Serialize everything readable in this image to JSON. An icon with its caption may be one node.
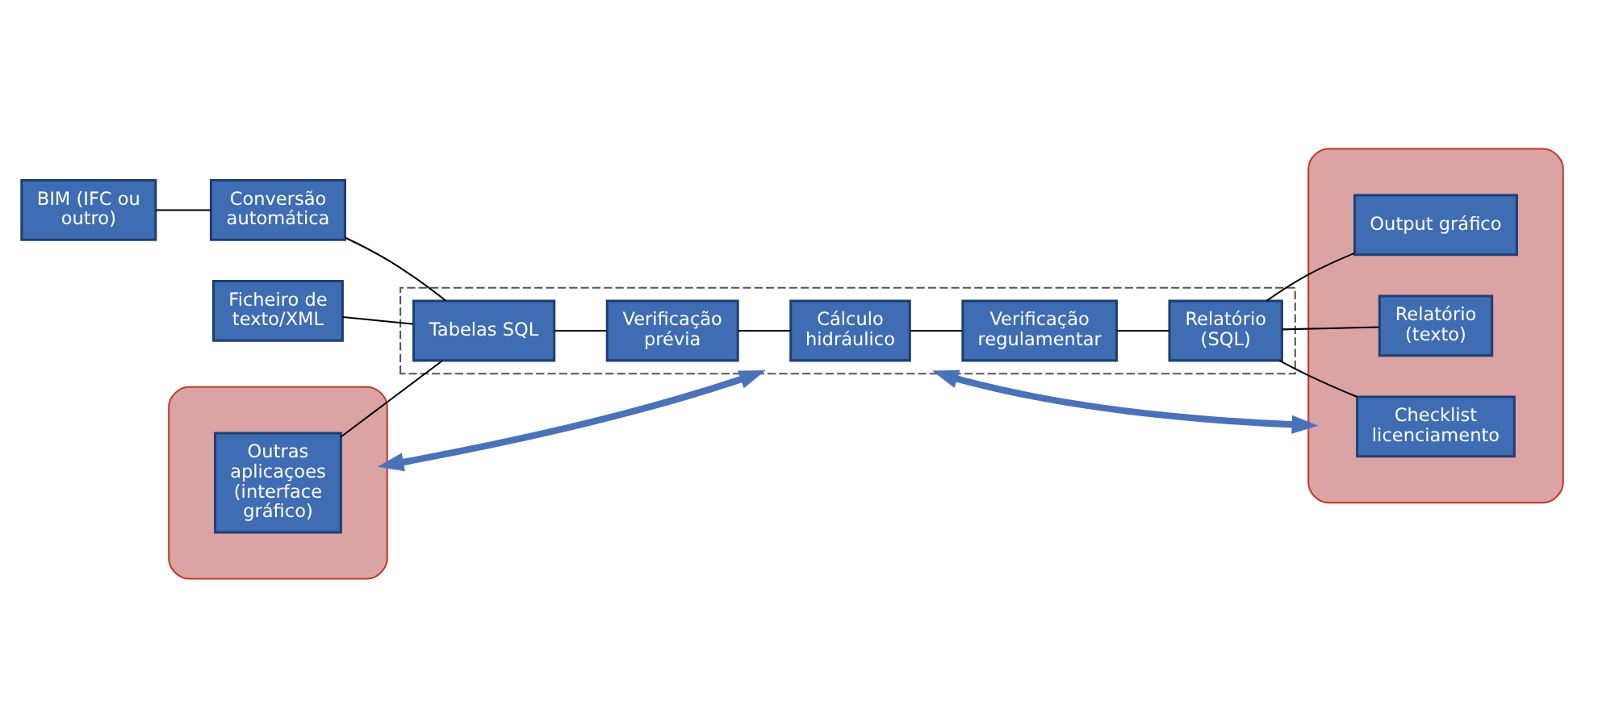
{
  "diagram": {
    "nodes": [
      {
        "text": [
          "BIM (IFC ou outro)"
        ]
      },
      {
        "text": [
          "Conversão automática"
        ]
      },
      {
        "text": [
          "Ficheiro de texto/XML"
        ]
      },
      {
        "text": [],
        "shape": "ellipse"
      },
      {
        "text": [
          "Outras aplicaçoes (interface gráfico)"
        ],
        "in": 3
      },
      {
        "text": [],
        "shape": "box"
      },
      {
        "text": [
          "Tabelas SQL"
        ],
        "in": 5
      },
      {
        "text": [
          "Verificação prévia"
        ],
        "in": 5
      },
      {
        "text": [
          "Cálculo hidráulico"
        ],
        "in": 5
      },
      {
        "text": [
          "Verificação regulamentar"
        ],
        "in": 5
      },
      {
        "text": [
          "Relatório (SQL)"
        ],
        "in": 5
      },
      {
        "text": [],
        "shape": "ellipse"
      },
      {
        "text": [
          "Relatório (texto)"
        ],
        "in": 11
      },
      {
        "text": [
          "Checklist licenciamento"
        ],
        "in": 11
      },
      {
        "text": [
          "Output gráfico"
        ],
        "in": 11
      }
    ],
    "edges": [
      {
        "from": 0,
        "to": 1,
        "arrow": "none"
      },
      {
        "from": 1,
        "to": 6,
        "arrow": "none"
      },
      {
        "from": 2,
        "to": 6,
        "arrow": "none"
      },
      {
        "from": 4,
        "to": 6,
        "arrow": "none"
      },
      {
        "from": 6,
        "to": 7,
        "arrow": "none"
      },
      {
        "from": 7,
        "to": 8,
        "arrow": "none"
      },
      {
        "from": 8,
        "to": 9,
        "arrow": "none"
      },
      {
        "from": 9,
        "to": 10,
        "arrow": "none"
      },
      {
        "from": 10,
        "to": 12,
        "arrow": "none"
      },
      {
        "from": 10,
        "to": 13,
        "arrow": "none"
      },
      {
        "from": 10,
        "to": 14,
        "arrow": "none"
      },
      {
        "from": 3,
        "to": 5,
        "arrow": "both",
        "style": "thick",
        "color": "#4a72b8"
      },
      {
        "from": 5,
        "to": 11,
        "arrow": "both",
        "style": "thick",
        "color": "#4a72b8"
      }
    ]
  }
}
